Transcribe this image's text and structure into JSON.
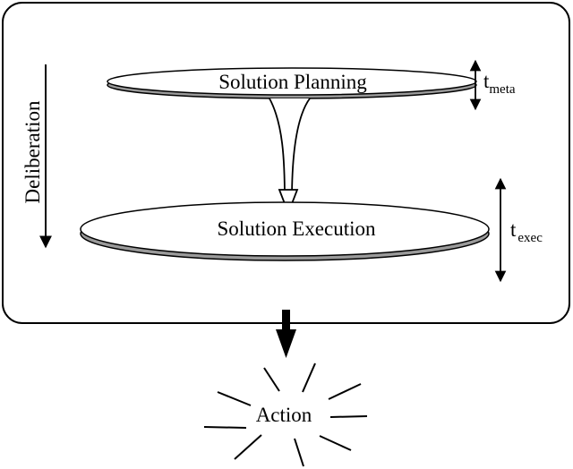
{
  "diagram": {
    "planning_label": "Solution Planning",
    "execution_label": "Solution Execution",
    "deliberation_label": "Deliberation",
    "t_meta": {
      "base": "t",
      "sub": "meta"
    },
    "t_exec": {
      "base": "t",
      "sub": "exec"
    },
    "action_label": "Action"
  },
  "colors": {
    "stroke": "#000000",
    "disk_face": "#ffffff",
    "disk_edge": "#9a9a9a"
  }
}
